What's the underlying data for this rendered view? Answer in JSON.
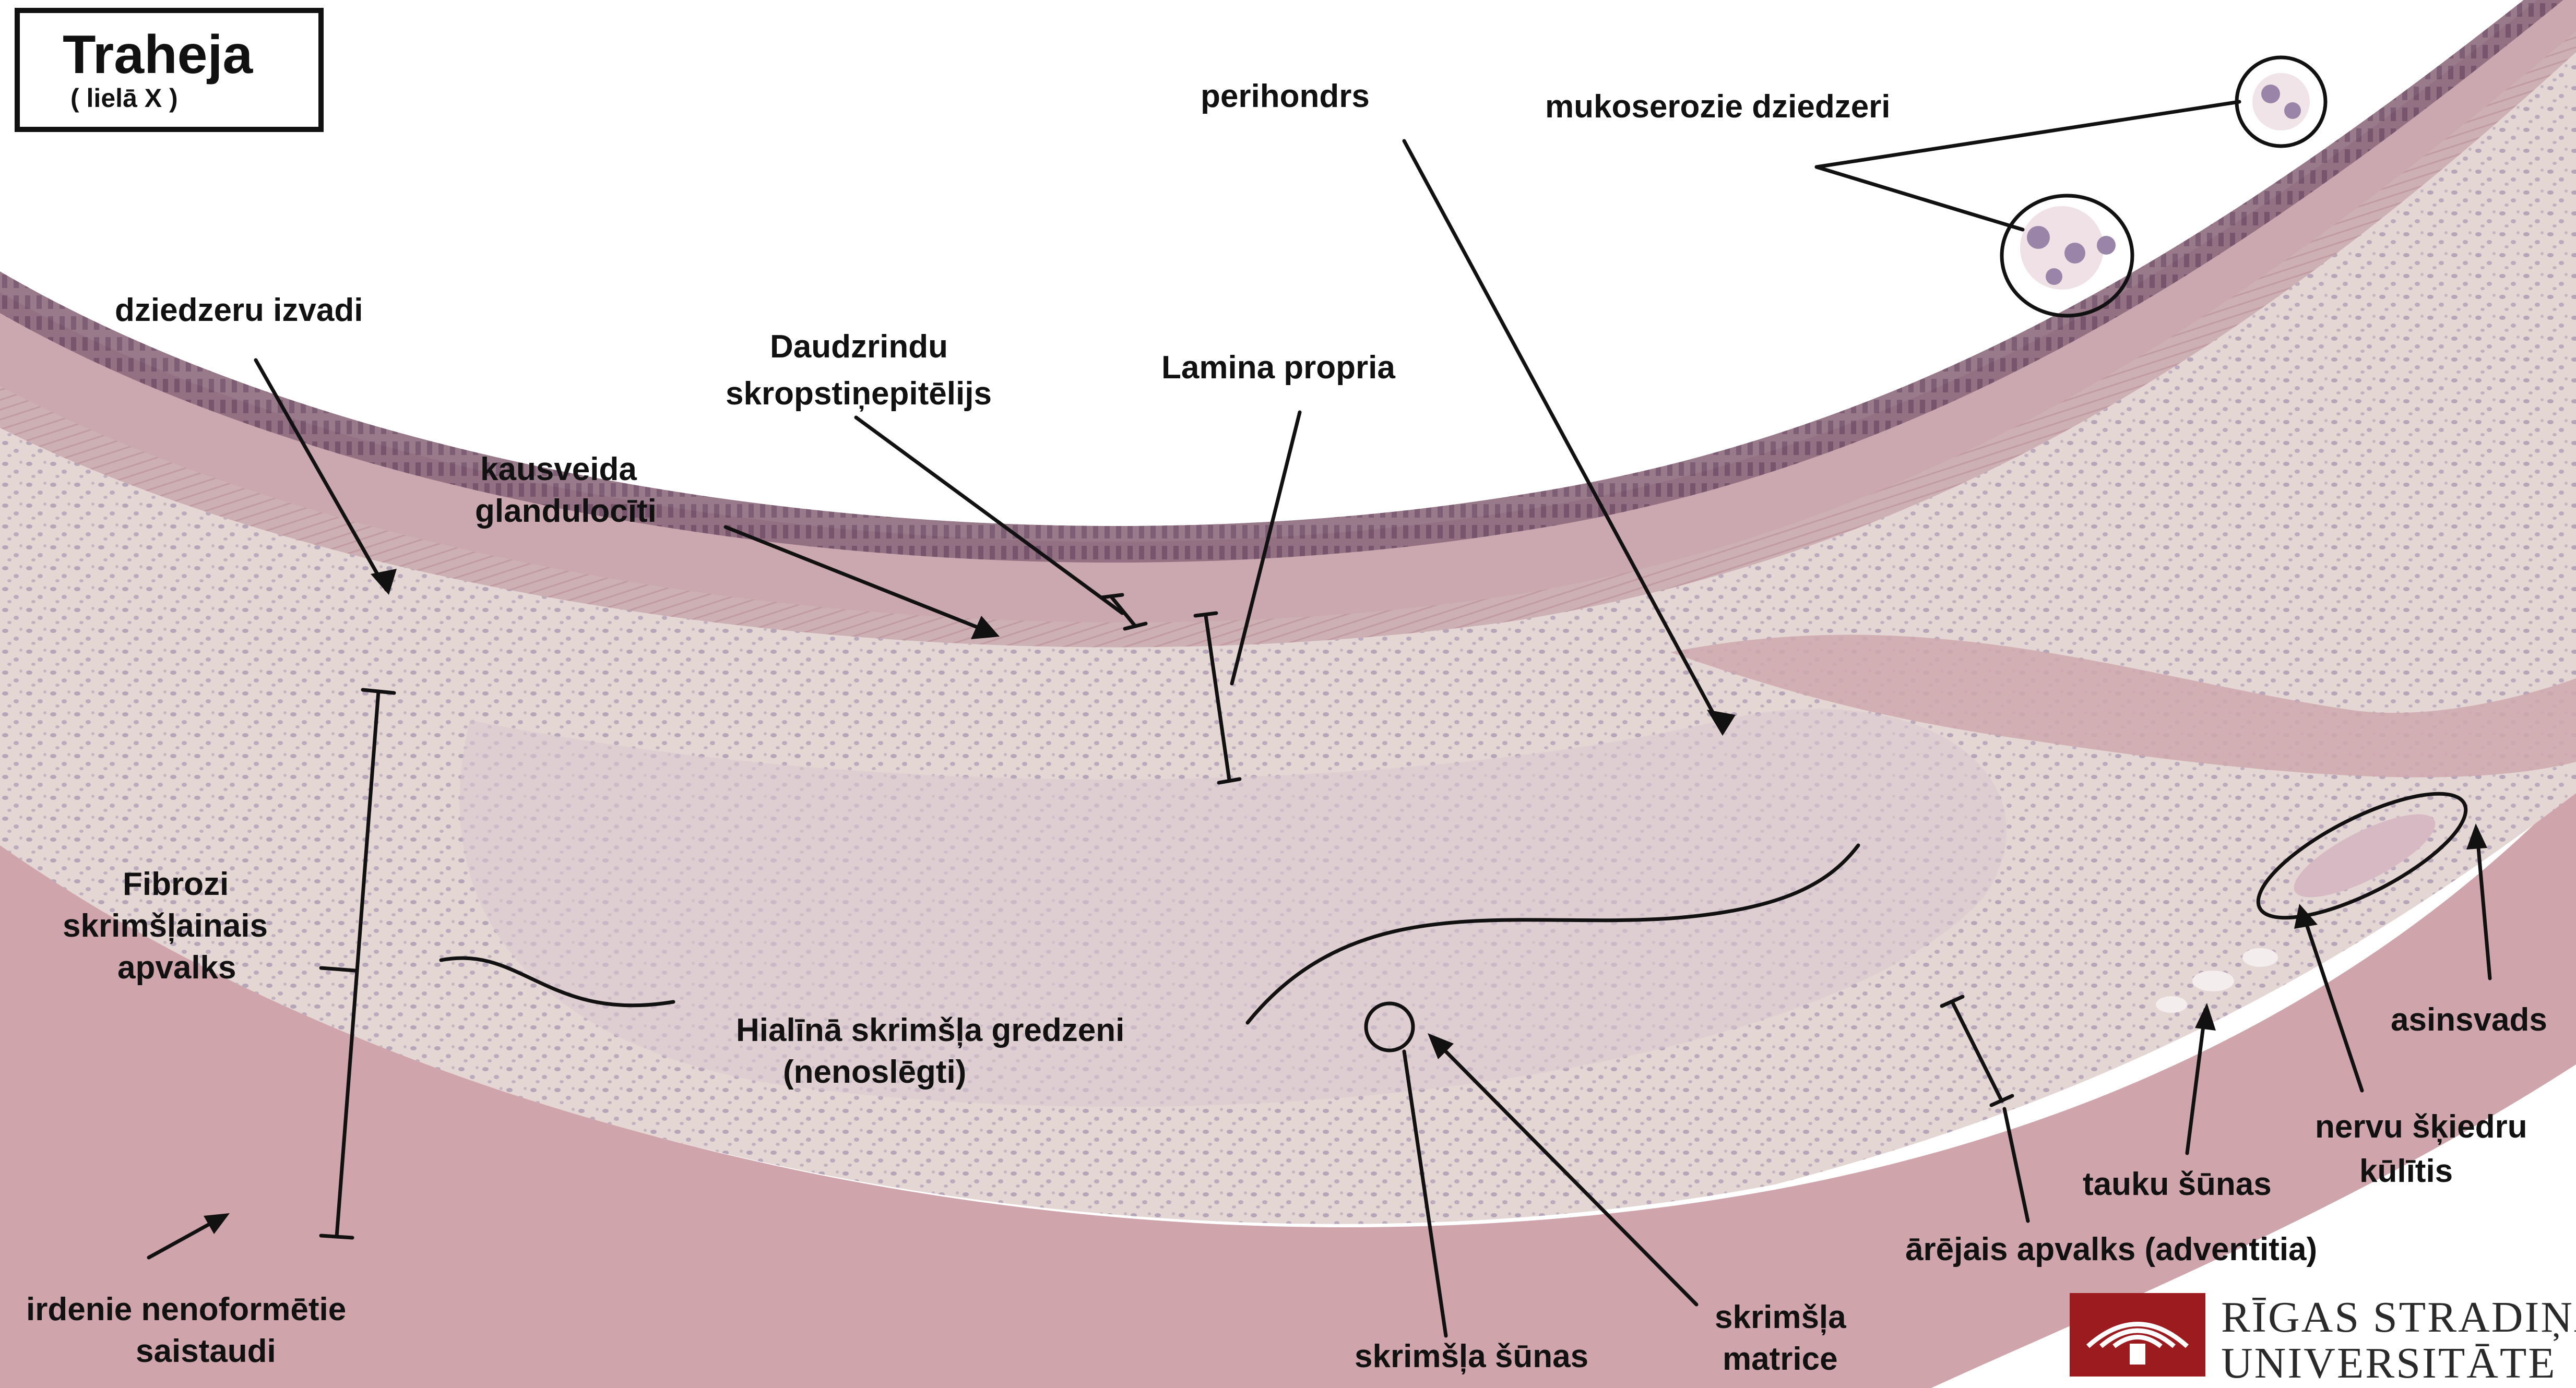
{
  "title": {
    "main": "Traheja",
    "sub": "( lielā X )"
  },
  "labels": {
    "perihondrs": "perihondrs",
    "mukoserozie": "mukoserozie dziedzeri",
    "dziedzeru_izvadi": "dziedzeru izvadi",
    "daudzrindu_1": "Daudzrindu",
    "daudzrindu_2": "skropstiņepitēlijs",
    "lamina_propria": "Lamina propria",
    "kausveida_1": "kausveida",
    "kausveida_2": "glandulocīti",
    "fibrozi_1": "Fibrozi",
    "fibrozi_2": "skrimšļainais",
    "fibrozi_3": "apvalks",
    "hialina_1": "Hialīnā skrimšļa gredzeni",
    "hialina_2": "(nenoslēgti)",
    "asinsvads": "asinsvads",
    "nervu_1": "nervu šķiedru",
    "nervu_2": "kūlītis",
    "tauku": "tauku šūnas",
    "arejais": "ārējais apvalks (adventitia)",
    "irdenie_1": "irdenie nenoformētie",
    "irdenie_2": "saistaudi",
    "skrimsla_sunas": "skrimšļa šūnas",
    "skrimsla_matrice_1": "skrimšļa",
    "skrimsla_matrice_2": "matrice"
  },
  "logo": {
    "line1": "RĪGAS STRADIŅA",
    "line2": "UNIVERSITĀTE",
    "color": "#9b1b1f"
  },
  "colors": {
    "cartilage": "#e3d4d2",
    "cartilage_dark": "#d6c4cc",
    "mucosa": "#c9a3ac",
    "epithelium": "#8c6a7c",
    "adventitia": "#c89aa0",
    "nuclei": "#7d6a9a"
  }
}
